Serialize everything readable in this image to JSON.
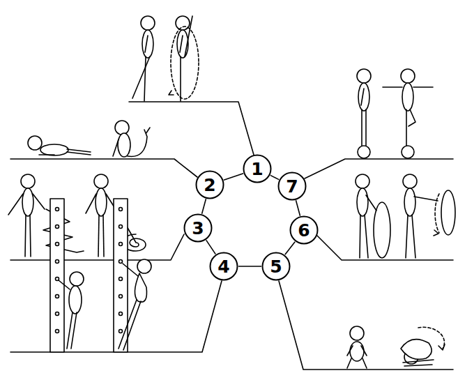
{
  "diagram": {
    "nodes": [
      {
        "text": [
          "1"
        ]
      },
      {
        "text": [
          "2"
        ]
      },
      {
        "text": [
          "3"
        ]
      },
      {
        "text": [
          "4"
        ]
      },
      {
        "text": [
          "5"
        ]
      },
      {
        "text": [
          "6"
        ]
      },
      {
        "text": [
          "7"
        ]
      }
    ],
    "edges": [
      {
        "from": 0,
        "to": 1,
        "arrow": "none"
      },
      {
        "from": 1,
        "to": 2,
        "arrow": "none"
      },
      {
        "from": 2,
        "to": 3,
        "arrow": "none"
      },
      {
        "from": 3,
        "to": 4,
        "arrow": "none"
      },
      {
        "from": 4,
        "to": 5,
        "arrow": "none"
      },
      {
        "from": 5,
        "to": 6,
        "arrow": "none"
      },
      {
        "from": 6,
        "to": 0,
        "arrow": "none"
      }
    ]
  }
}
